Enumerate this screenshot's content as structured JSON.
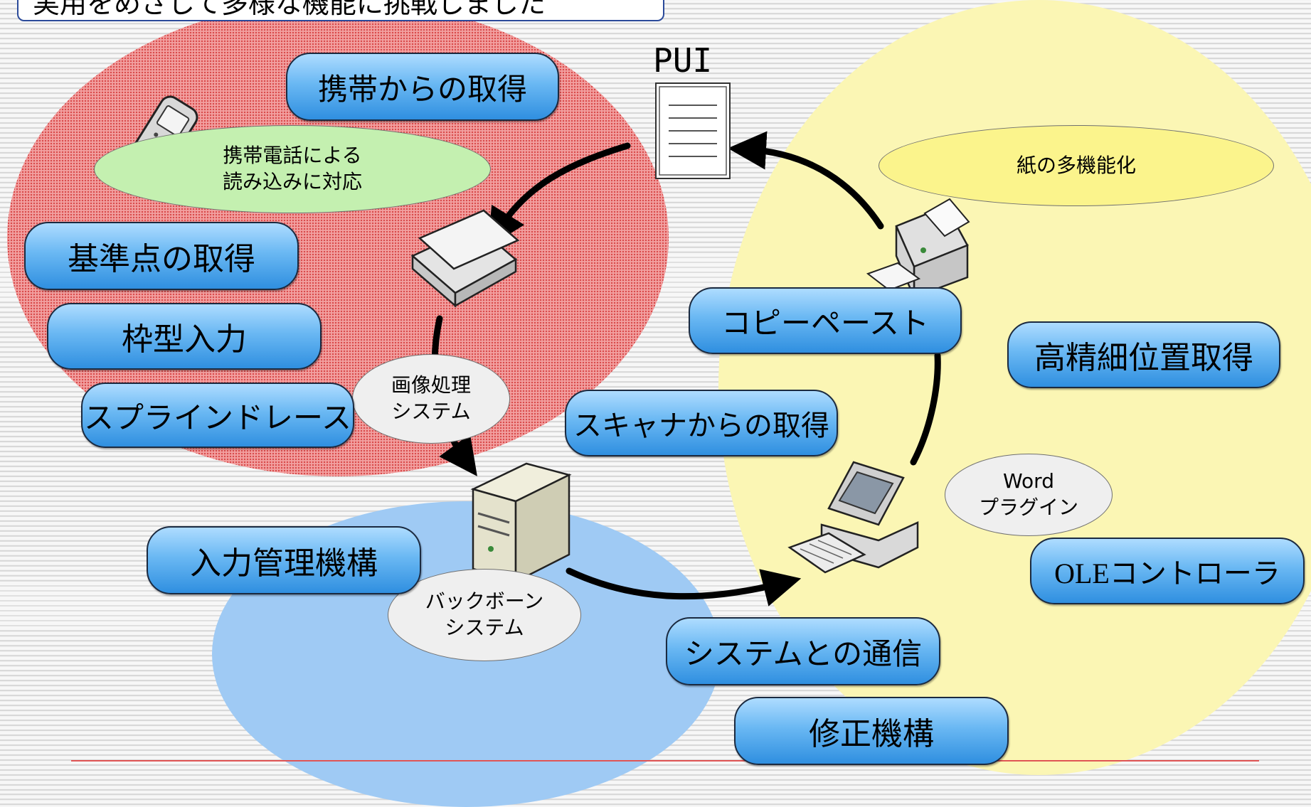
{
  "header": {
    "title": "実用をめざして多様な機能に挑戦しました"
  },
  "labels": {
    "pui": "PUI"
  },
  "features": {
    "mobile_capture": "携帯からの取得",
    "reference_point": "基準点の取得",
    "frame_input": "枠型入力",
    "spline_trace": "スプラインドレース",
    "scanner_capture": "スキャナからの取得",
    "copy_paste": "コピーペースト",
    "high_precision": "高精細位置取得",
    "input_management": "入力管理機構",
    "system_communication": "システムとの通信",
    "correction": "修正機構",
    "ole_controller": "OLEコントローラ"
  },
  "bubbles": {
    "mobile_read": "携帯電話による\n読み込みに対応",
    "image_processing": "画像処理\nシステム",
    "paper_multi": "紙の多機能化",
    "backbone": "バックボーン\nシステム",
    "word_plugin": "Word\nプラグイン"
  },
  "colors": {
    "red_region": "#f2a0a0",
    "yellow_region": "#fbf6b4",
    "blue_region": "#9fcaf4",
    "feature_fill": "#4aa3ea",
    "green_bubble": "#c4f0b0",
    "yellow_bubble": "#fbf48c"
  },
  "icons": [
    "mobile-phone-icon",
    "document-icon",
    "scanner-icon",
    "printer-icon",
    "server-icon",
    "computer-icon"
  ]
}
